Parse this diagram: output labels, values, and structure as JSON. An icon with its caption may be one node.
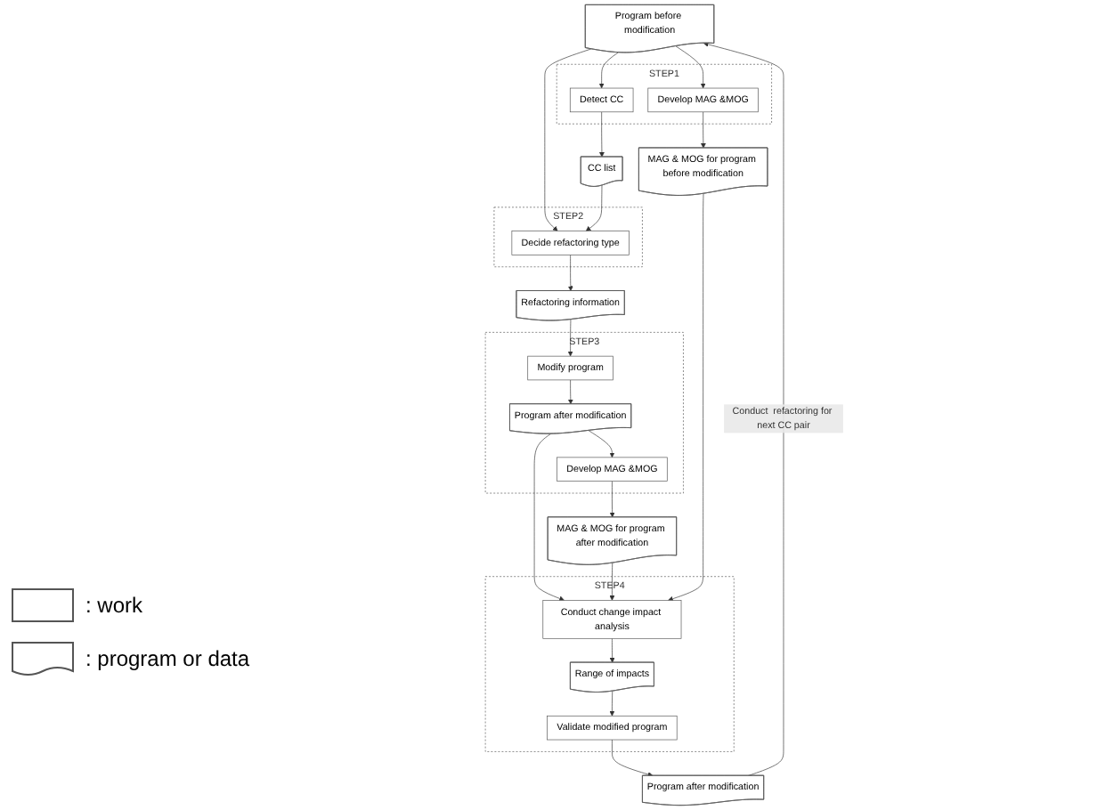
{
  "diagram": {
    "nodes": [
      {
        "text": [
          "Program before modification"
        ]
      },
      {
        "text": [
          "STEP1"
        ]
      },
      {
        "text": [
          "Detect CC"
        ],
        "in": 1
      },
      {
        "text": [
          "Develop MAG &MOG"
        ],
        "in": 1
      },
      {
        "text": [
          "CC list"
        ]
      },
      {
        "text": [
          "MAG & MOG for program before modification"
        ]
      },
      {
        "text": [
          "STEP2"
        ]
      },
      {
        "text": [
          "Decide refactoring type"
        ],
        "in": 6
      },
      {
        "text": [
          "Refactoring information"
        ]
      },
      {
        "text": [
          "STEP3"
        ]
      },
      {
        "text": [
          "Modify program"
        ],
        "in": 9
      },
      {
        "text": [
          "Program after modification"
        ],
        "in": 9
      },
      {
        "text": [
          "Develop MAG &MOG"
        ],
        "in": 9
      },
      {
        "text": [
          "MAG & MOG for program after modification"
        ]
      },
      {
        "text": [
          "STEP4"
        ]
      },
      {
        "text": [
          "Conduct change impact analysis"
        ],
        "in": 14
      },
      {
        "text": [
          "Range of impacts"
        ],
        "in": 14
      },
      {
        "text": [
          "Validate modified program"
        ],
        "in": 14
      },
      {
        "text": [
          "Program after modification"
        ]
      }
    ],
    "edges": [
      {
        "from": 0,
        "to": 2,
        "arrow": "to"
      },
      {
        "from": 0,
        "to": 3,
        "arrow": "to"
      },
      {
        "from": 0,
        "to": 7,
        "arrow": "to"
      },
      {
        "from": 2,
        "to": 4,
        "arrow": "to"
      },
      {
        "from": 3,
        "to": 5,
        "arrow": "to"
      },
      {
        "from": 4,
        "to": 7,
        "arrow": "to"
      },
      {
        "from": 7,
        "to": 8,
        "arrow": "to"
      },
      {
        "from": 8,
        "to": 10,
        "arrow": "to"
      },
      {
        "from": 10,
        "to": 11,
        "arrow": "to"
      },
      {
        "from": 11,
        "to": 12,
        "arrow": "to"
      },
      {
        "from": 12,
        "to": 13,
        "arrow": "to"
      },
      {
        "from": 11,
        "to": 15,
        "arrow": "to"
      },
      {
        "from": 13,
        "to": 15,
        "arrow": "to"
      },
      {
        "from": 5,
        "to": 15,
        "arrow": "to"
      },
      {
        "from": 15,
        "to": 16,
        "arrow": "to"
      },
      {
        "from": 16,
        "to": 17,
        "arrow": "to"
      },
      {
        "from": 17,
        "to": 18,
        "arrow": "to"
      },
      {
        "from": 18,
        "to": 0,
        "arrow": "to",
        "label": "Conduct  refactoring for next CC pair"
      }
    ],
    "legend": [
      {
        "text": ": work"
      },
      {
        "text": ": program or data"
      }
    ]
  }
}
